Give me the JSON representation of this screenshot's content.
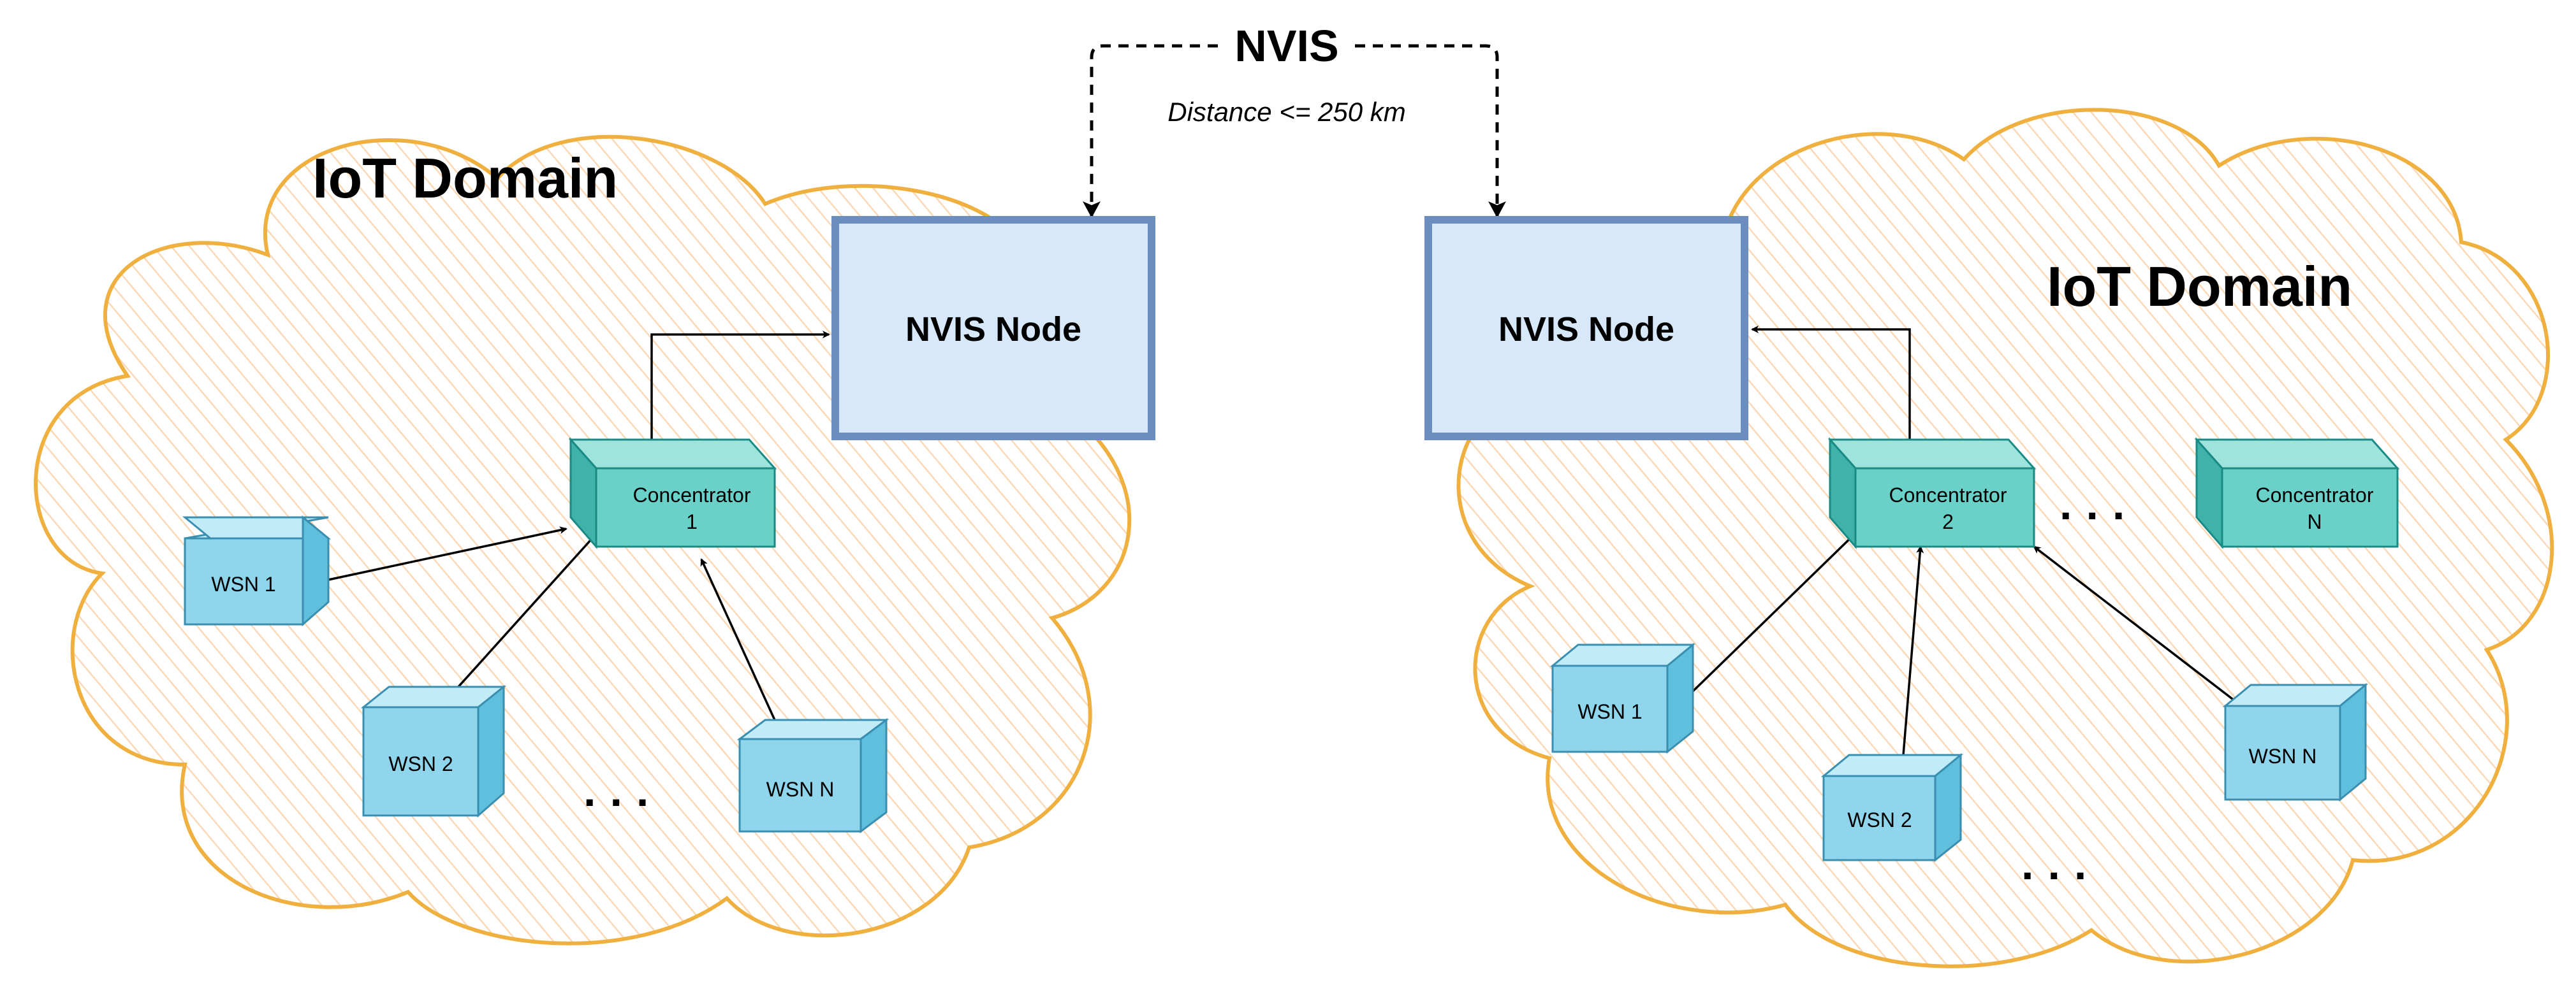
{
  "link": {
    "label": "NVIS",
    "distance": "Distance <= 250 km"
  },
  "left_domain": {
    "title": "IoT Domain",
    "node": "NVIS Node",
    "concentrator": [
      "Concentrator",
      "1"
    ],
    "sensors": [
      "WSN 1",
      "WSN 2",
      "WSN N"
    ],
    "ellipsis": "..."
  },
  "right_domain": {
    "title": "IoT Domain",
    "node": "NVIS Node",
    "concentrators": [
      [
        "Concentrator",
        "2"
      ],
      [
        "Concentrator",
        "N"
      ]
    ],
    "sensors": [
      "WSN 1",
      "WSN 2",
      "WSN N"
    ],
    "ellipsis_sensors": "...",
    "ellipsis_concentrators": "..."
  },
  "colors": {
    "cloud_stroke": "#f0b040",
    "cloud_hatch": "#fbd9b8",
    "node_fill": "#d6e8fa",
    "node_stroke": "#6c8ebf",
    "concentrator_fill": "#6ad1c9",
    "sensor_fill": "#8fd6ec"
  }
}
